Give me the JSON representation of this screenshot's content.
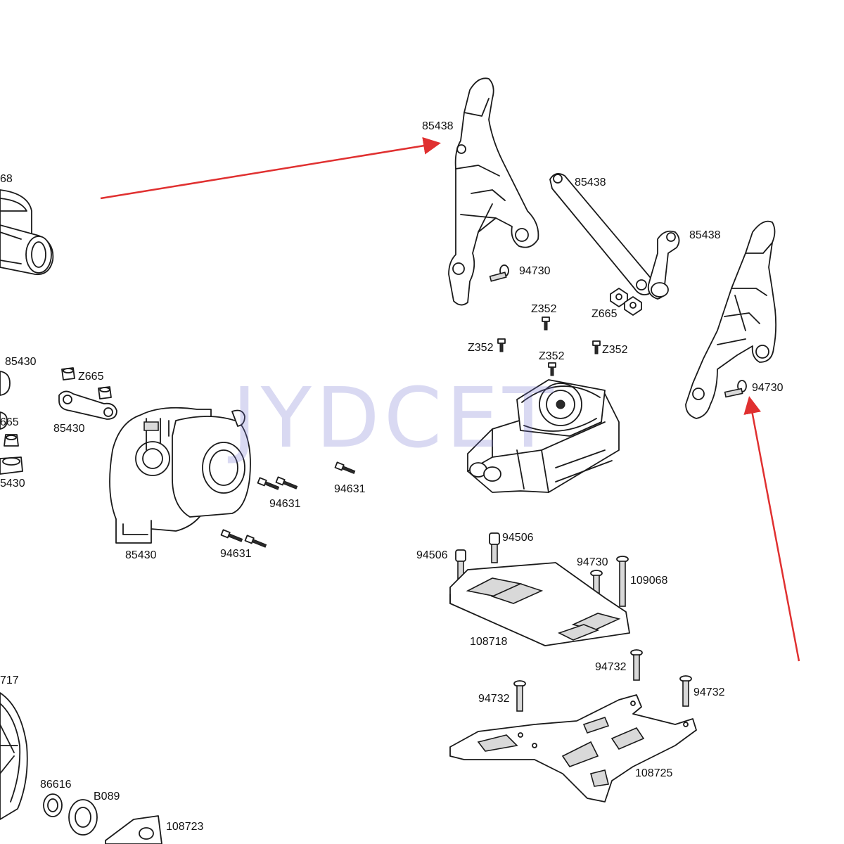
{
  "watermark": "JYDCET",
  "arrow_color": "#e03030",
  "labels": {
    "p85438_a": "85438",
    "p85438_b": "85438",
    "p85438_c": "85438",
    "p94730_a": "94730",
    "p94730_b": "94730",
    "p94730_c": "94730",
    "pZ352_a": "Z352",
    "pZ352_b": "Z352",
    "pZ352_c": "Z352",
    "pZ352_d": "Z352",
    "pZ665_a": "Z665",
    "pZ665_b": "Z665",
    "p68_edge": "68",
    "p85430_a": "85430",
    "p85430_b": "85430",
    "p85430_c": "85430",
    "p665_edge": "665",
    "p430_edge": "5430",
    "p94631_a": "94631",
    "p94631_b": "94631",
    "p94631_c": "94631",
    "p94506_a": "94506",
    "p94506_b": "94506",
    "p109068": "109068",
    "p108718": "108718",
    "p94732_a": "94732",
    "p94732_b": "94732",
    "p94732_c": "94732",
    "p108725": "108725",
    "p717_edge": "717",
    "p86616": "86616",
    "pB089": "B089",
    "p108723": "108723"
  }
}
